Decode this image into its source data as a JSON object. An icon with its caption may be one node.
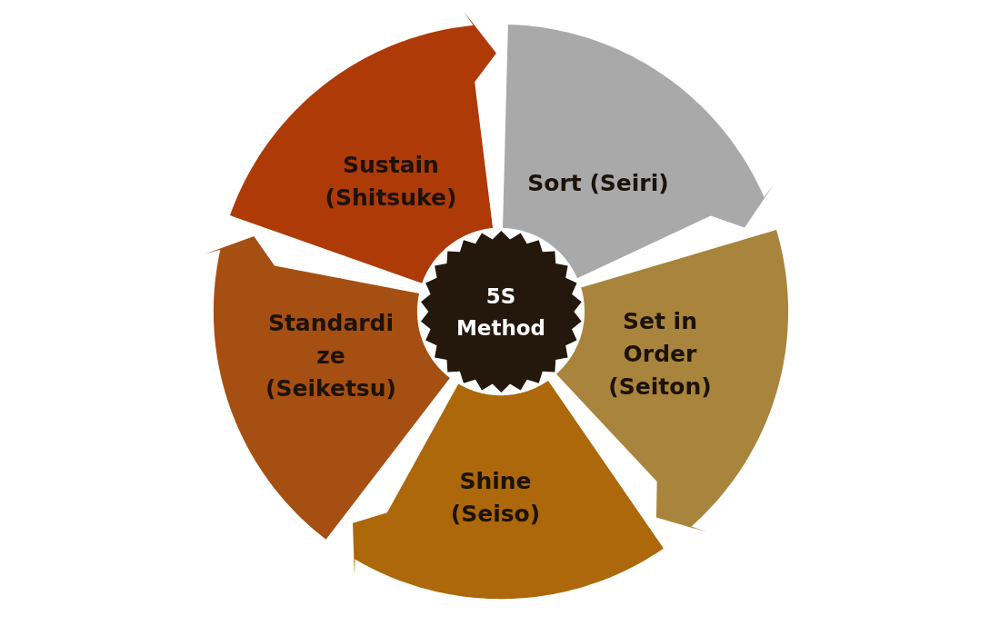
{
  "diagram": {
    "nodes": [
      {
        "text": [
          "5S Method"
        ]
      },
      {
        "text": [
          "Sort (Seiri)"
        ]
      },
      {
        "text": [
          "Set in Order (Seiton)"
        ]
      },
      {
        "text": [
          "Shine (Seiso)"
        ]
      },
      {
        "text": [
          "Standardi ze (Seiketsu)"
        ]
      },
      {
        "text": [
          "Sustain (Shitsuke)"
        ]
      }
    ]
  }
}
